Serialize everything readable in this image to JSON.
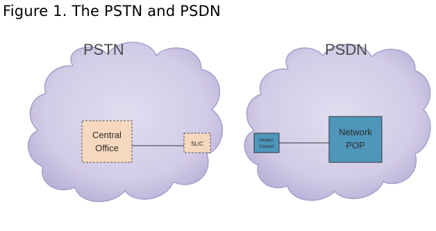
{
  "figure_title": "Figure 1. The PSTN and PSDN",
  "clouds": [
    {
      "label": "PSTN"
    },
    {
      "label": "PSDN"
    }
  ],
  "boxes": {
    "central_office": [
      "Central",
      "Office"
    ],
    "slic": "SLIC",
    "modem": [
      "Modem",
      "Cabinet"
    ],
    "network_pop": [
      "Network",
      "POP"
    ]
  },
  "colors": {
    "cloud_fill": "#dcd6ec",
    "cloud_edge": "#9f95c4",
    "tan_box": "#f6d8bf",
    "blue_box": "#4f96bb",
    "line": "#333333"
  }
}
